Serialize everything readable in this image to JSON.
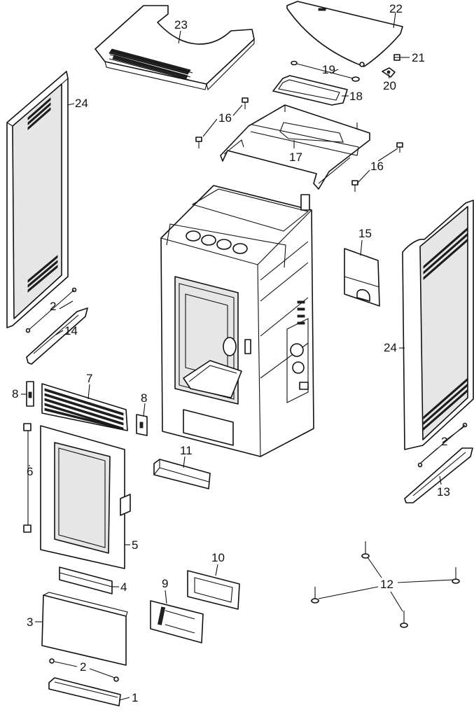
{
  "labels": {
    "p1": "1",
    "p2a": "2",
    "p2b": "2",
    "p2c": "2",
    "p3": "3",
    "p4": "4",
    "p5": "5",
    "p6": "6",
    "p7": "7",
    "p8a": "8",
    "p8b": "8",
    "p9": "9",
    "p10": "10",
    "p11": "11",
    "p12": "12",
    "p13": "13",
    "p14": "14",
    "p15": "15",
    "p16a": "16",
    "p16b": "16",
    "p17": "17",
    "p18": "18",
    "p19": "19",
    "p20": "20",
    "p21": "21",
    "p22": "22",
    "p23": "23",
    "p24a": "24",
    "p24b": "24"
  }
}
